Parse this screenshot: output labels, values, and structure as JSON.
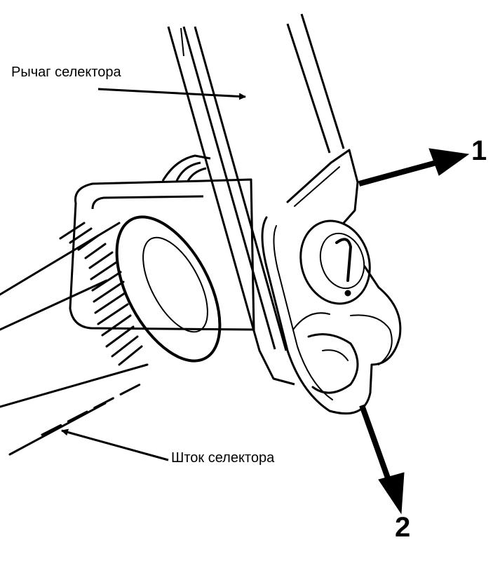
{
  "labels": {
    "selector_lever": "Рычаг селектора",
    "selector_rod": "Шток селектора",
    "direction_1": "1",
    "direction_2": "2"
  },
  "colors": {
    "ink": "#000000",
    "paper": "#ffffff"
  }
}
